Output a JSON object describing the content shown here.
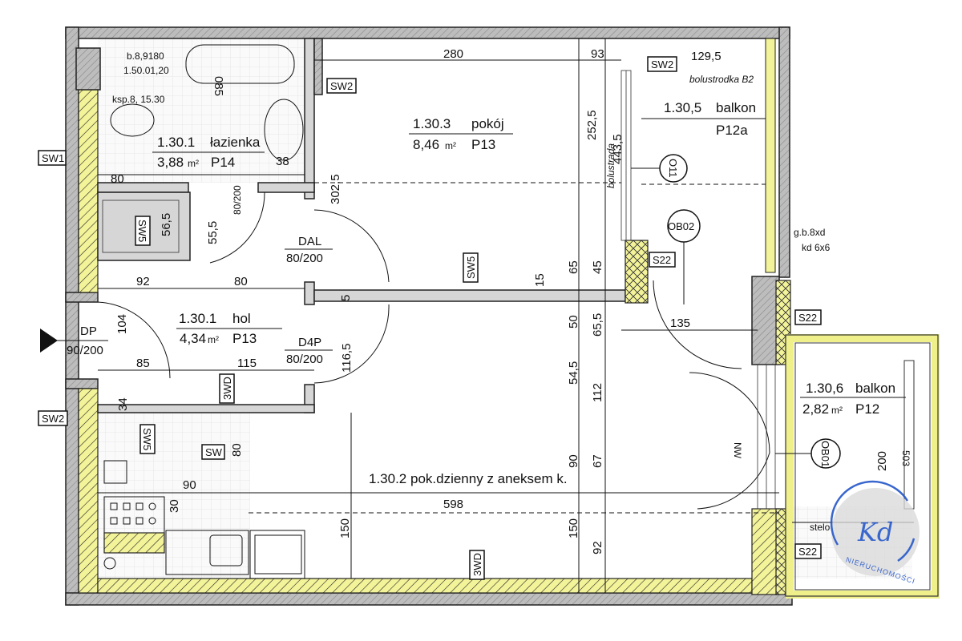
{
  "rooms": {
    "bathroom": {
      "number": "1.30.1",
      "name": "łazienka",
      "area": "3,88",
      "unit": "m²",
      "finish": "P14"
    },
    "bedroom": {
      "number": "1.30.3",
      "name": "pokój",
      "area": "8,46",
      "unit": "m²",
      "finish": "P13"
    },
    "hall": {
      "number": "1.30.1",
      "name": "hol",
      "area": "4,34",
      "unit": "m²",
      "finish": "P13"
    },
    "living": {
      "label": "1.30.2 pok.dzienny z aneksem k."
    },
    "balcony_a": {
      "number": "1.30,5",
      "name": "balkon",
      "finish": "P12a"
    },
    "balcony_b": {
      "number": "1.30,6",
      "name": "balkon",
      "area": "2,82",
      "unit": "m²",
      "finish": "P12"
    }
  },
  "doors": {
    "dal": {
      "type": "DAL",
      "size": "80/200"
    },
    "d4p": {
      "type": "D4P",
      "size": "80/200"
    },
    "dp": {
      "type": "DP",
      "size": "90/200"
    },
    "bath": {
      "size": "80/200"
    }
  },
  "tags": [
    "SW1",
    "SW2",
    "SW2",
    "SW2",
    "S22",
    "S22",
    "S22",
    "SW5",
    "SW5",
    "SW5",
    "3WD",
    "3WD",
    "SW"
  ],
  "windows": [
    "O11",
    "OB02",
    "OB01"
  ],
  "dims": [
    "280",
    "93",
    "129,5",
    "085",
    "38",
    "80",
    "302,5",
    "252,5",
    "443,5",
    "56,5",
    "55,5",
    "92",
    "80",
    "15",
    "65",
    "45",
    "5",
    "104",
    "50",
    "65,5",
    "135",
    "85",
    "115",
    "116,5",
    "54,5",
    "112",
    "34",
    "80",
    "90",
    "30",
    "598",
    "90",
    "67",
    "150",
    "150",
    "92",
    "200",
    "503"
  ],
  "notes": {
    "bath_note1": "b.8,9180",
    "bath_note2": "1.50.01,20",
    "bath_note3": "ksp.8, 15.30",
    "railing": "bolustrodka B2",
    "railing_vertical": "bolustrada",
    "gb": "g.b.8xd",
    "kd": "kd 6x6",
    "stelo": "stelo",
    "nw": "NW"
  },
  "watermark": {
    "initials": "Kd",
    "text": "NIERUCHOMOŚCI",
    "color": "#2456c8"
  }
}
